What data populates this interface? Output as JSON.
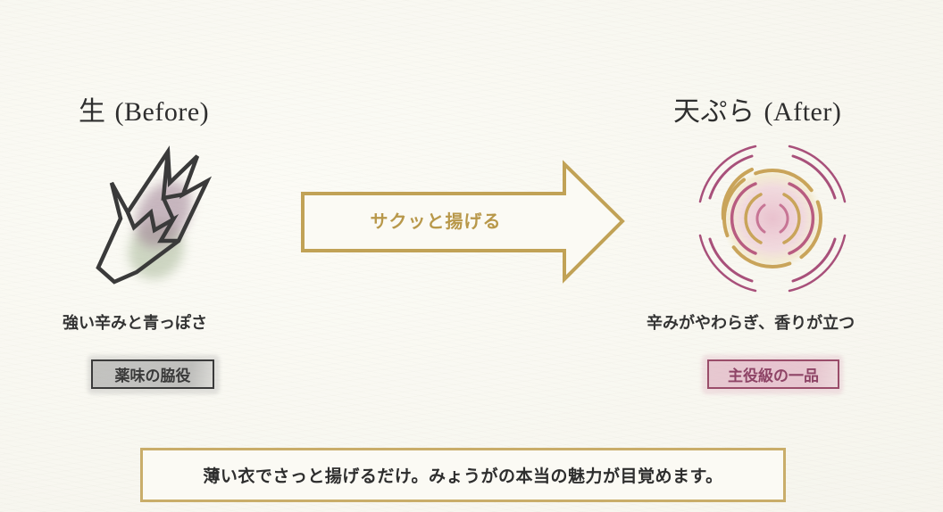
{
  "before": {
    "heading_jp": "生",
    "heading_latin": "(Before)",
    "icon": "myoga-raw-icon",
    "description": "強い辛みと青っぽさ",
    "tag": "薬味の脇役"
  },
  "transition": {
    "label": "サクッと揚げる",
    "icon": "right-arrow-icon"
  },
  "after": {
    "heading_jp": "天ぷら",
    "heading_latin": "(After)",
    "icon": "aroma-rings-icon",
    "description": "辛みがやわらぎ、香りが立つ",
    "tag": "主役級の一品"
  },
  "summary": {
    "text": "薄い衣でさっと揚げるだけ。みょうがの本当の魅力が目覚めます。"
  },
  "colors": {
    "background": "#f7f6ef",
    "gold_accent": "#c1a256",
    "gold_text": "#b8984a",
    "maroon_accent": "#9a4d6a",
    "pink_wash": "#e6b8c8",
    "dark_outline": "#3a3a3a",
    "green_wash": "#a9b89a",
    "purple_wash": "#9d7f93"
  }
}
